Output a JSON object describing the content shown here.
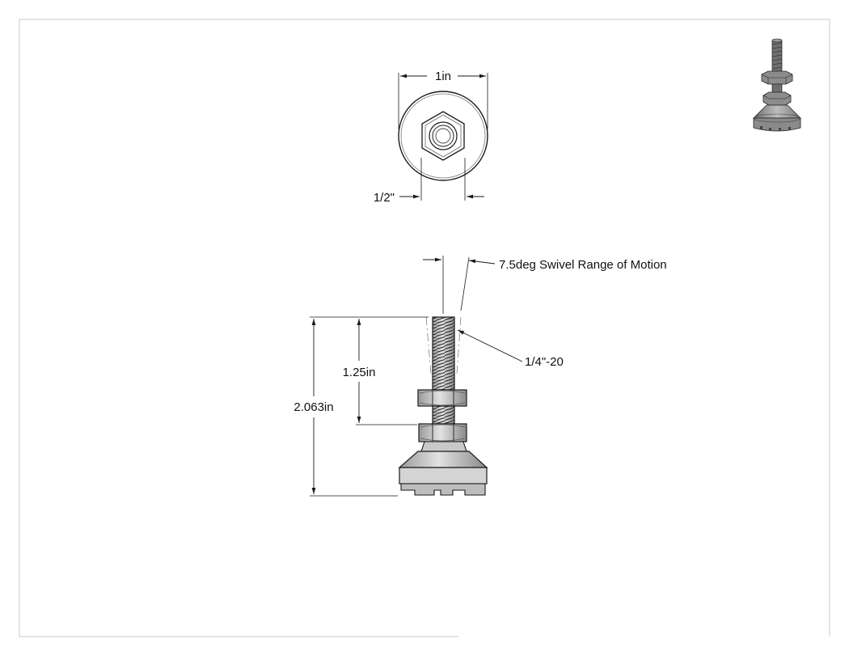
{
  "dimensions": {
    "top_width": "1in",
    "hex_width": "1/2\"",
    "swivel": "7.5deg Swivel Range of Motion",
    "thread": "1/4\"-20",
    "stud_length": "1.25in",
    "overall_height": "2.063in"
  },
  "colors": {
    "line": "#1a1a1a",
    "thin": "#333333",
    "steel_light": "#d9d9d9",
    "steel_mid": "#b5b5b5",
    "steel_dark": "#8e8e8e",
    "border": "#c8c8c8"
  },
  "icons": [
    "isometric-leveling-mount-icon"
  ]
}
